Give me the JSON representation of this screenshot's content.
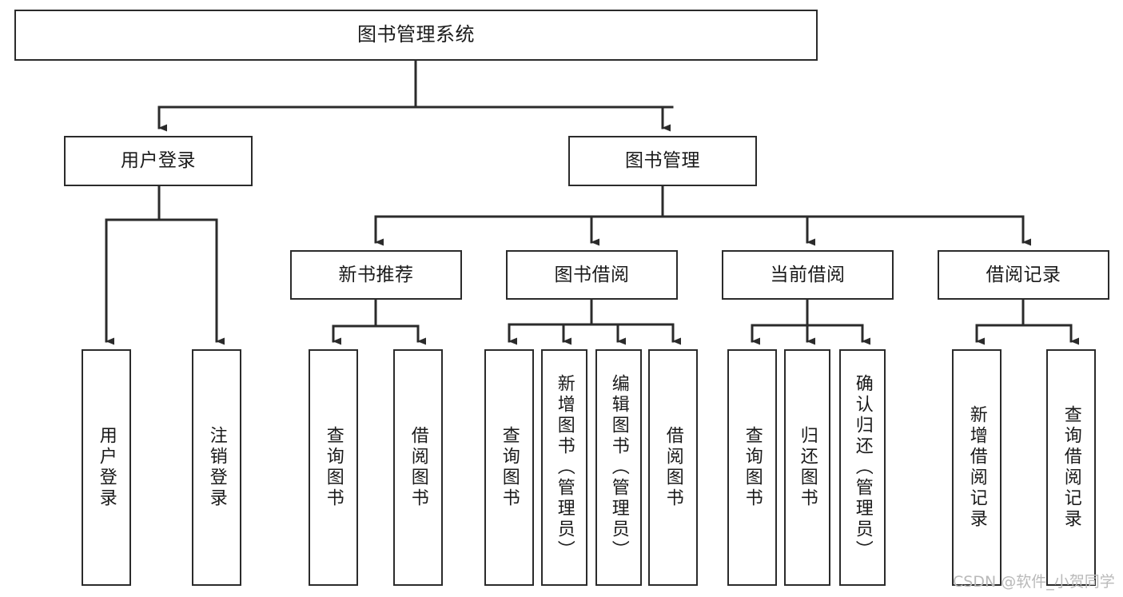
{
  "diagram": {
    "title": "图书管理系统",
    "type": "function-structure-tree",
    "line_color": "#2b2b2b",
    "box_fill": "#ffffff",
    "text_color": "#1a1a1a"
  },
  "root": {
    "label": "图书管理系统"
  },
  "level2": [
    {
      "label": "用户登录"
    },
    {
      "label": "图书管理"
    }
  ],
  "level3": [
    {
      "label": "新书推荐"
    },
    {
      "label": "图书借阅"
    },
    {
      "label": "当前借阅"
    },
    {
      "label": "借阅记录"
    }
  ],
  "leaves": {
    "user_login": [
      {
        "label": "用户登录"
      },
      {
        "label": "注销登录"
      }
    ],
    "new_book": [
      {
        "label": "查询图书"
      },
      {
        "label": "借阅图书"
      }
    ],
    "book_borrow": [
      {
        "label": "查询图书"
      },
      {
        "label": "新增图书（管理员）"
      },
      {
        "label": "编辑图书（管理员）"
      },
      {
        "label": "借阅图书"
      }
    ],
    "current_borrow": [
      {
        "label": "查询图书"
      },
      {
        "label": "归还图书"
      },
      {
        "label": "确认归还（管理员）"
      }
    ],
    "borrow_record": [
      {
        "label": "新增借阅记录"
      },
      {
        "label": "查询借阅记录"
      }
    ]
  },
  "watermark": {
    "text": "CSDN @软件_小贺同学",
    "color": "#b9b9b9"
  }
}
